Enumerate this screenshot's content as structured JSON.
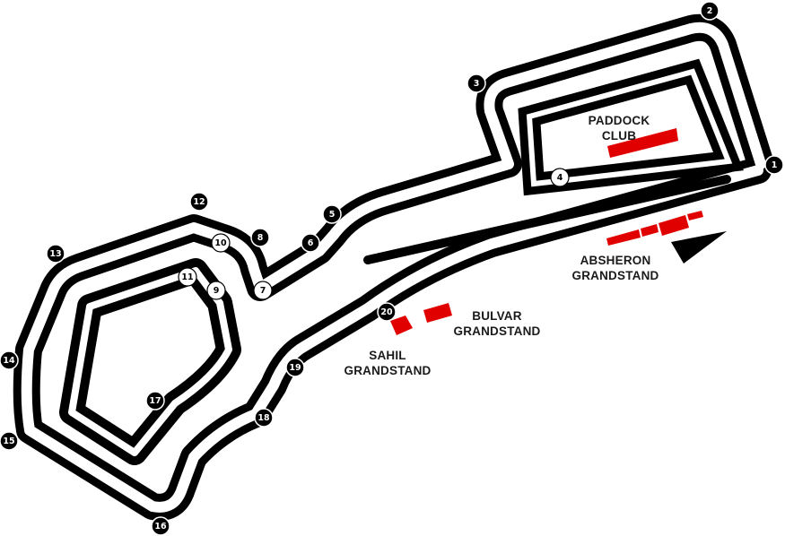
{
  "colors": {
    "track": "#000000",
    "grandstand": "#e00000",
    "marker_dark": "#000000",
    "marker_light": "#ffffff"
  },
  "turns": [
    {
      "n": "1",
      "style": "dark"
    },
    {
      "n": "2",
      "style": "dark"
    },
    {
      "n": "3",
      "style": "dark"
    },
    {
      "n": "4",
      "style": "light"
    },
    {
      "n": "5",
      "style": "dark"
    },
    {
      "n": "6",
      "style": "dark"
    },
    {
      "n": "7",
      "style": "light"
    },
    {
      "n": "8",
      "style": "dark"
    },
    {
      "n": "9",
      "style": "light"
    },
    {
      "n": "10",
      "style": "light"
    },
    {
      "n": "11",
      "style": "light"
    },
    {
      "n": "12",
      "style": "dark"
    },
    {
      "n": "13",
      "style": "dark"
    },
    {
      "n": "14",
      "style": "dark"
    },
    {
      "n": "15",
      "style": "dark"
    },
    {
      "n": "16",
      "style": "dark"
    },
    {
      "n": "17",
      "style": "dark"
    },
    {
      "n": "18",
      "style": "dark"
    },
    {
      "n": "19",
      "style": "dark"
    },
    {
      "n": "20",
      "style": "dark"
    }
  ],
  "labels": {
    "paddock": [
      "PADDOCK",
      "CLUB"
    ],
    "absheron": [
      "ABSHERON",
      "GRANDSTAND"
    ],
    "bulvar": [
      "BULVAR",
      "GRANDSTAND"
    ],
    "sahil": [
      "SAHIL",
      "GRANDSTAND"
    ]
  }
}
